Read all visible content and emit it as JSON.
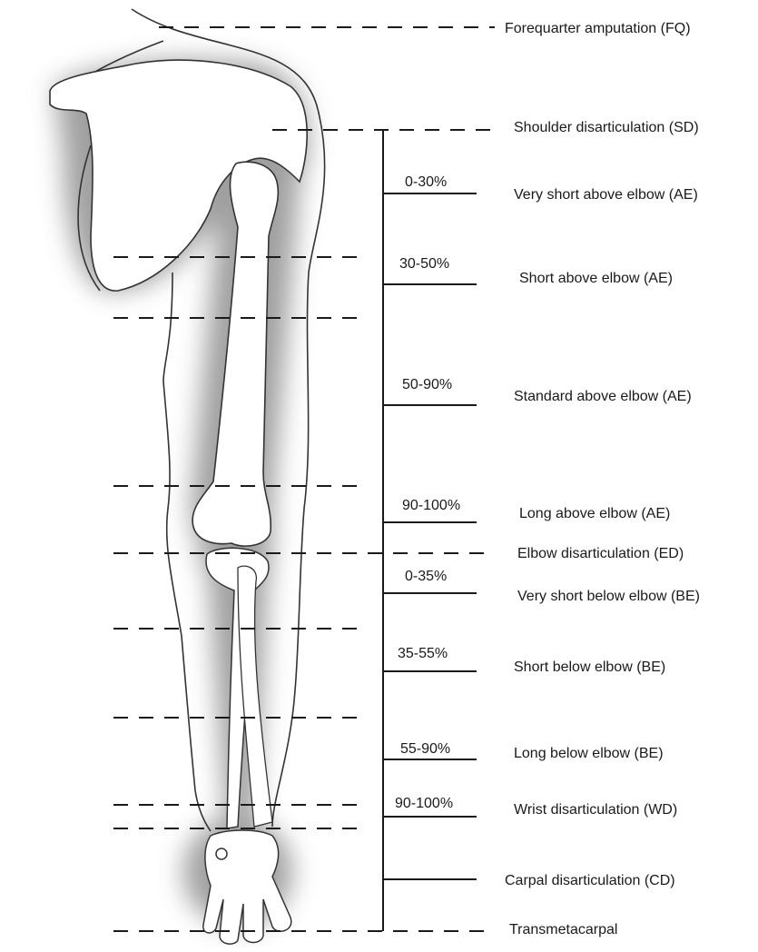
{
  "levels": [
    {
      "label": "Forequarter amputation (FQ)"
    },
    {
      "label": "Shoulder disarticulation (SD)"
    },
    {
      "label": "Very short above elbow (AE)",
      "range": "0-30%"
    },
    {
      "label": "Short above elbow (AE)",
      "range": "30-50%"
    },
    {
      "label": "Standard above elbow (AE)",
      "range": "50-90%"
    },
    {
      "label": "Long above elbow (AE)",
      "range": "90-100%"
    },
    {
      "label": "Elbow disarticulation (ED)"
    },
    {
      "label": "Very short below elbow (BE)",
      "range": "0-35%"
    },
    {
      "label": "Short below elbow (BE)",
      "range": "35-55%"
    },
    {
      "label": "Long below elbow (BE)",
      "range": "55-90%"
    },
    {
      "label": "Wrist disarticulation (WD)",
      "range": "90-100%"
    },
    {
      "label": "Carpal disarticulation (CD)"
    },
    {
      "label": "Transmetacarpal"
    }
  ],
  "colors": {
    "line": "#1a1a1a",
    "halo": "#9c9c9c",
    "bone": "#ffffff",
    "outline": "#333333"
  }
}
